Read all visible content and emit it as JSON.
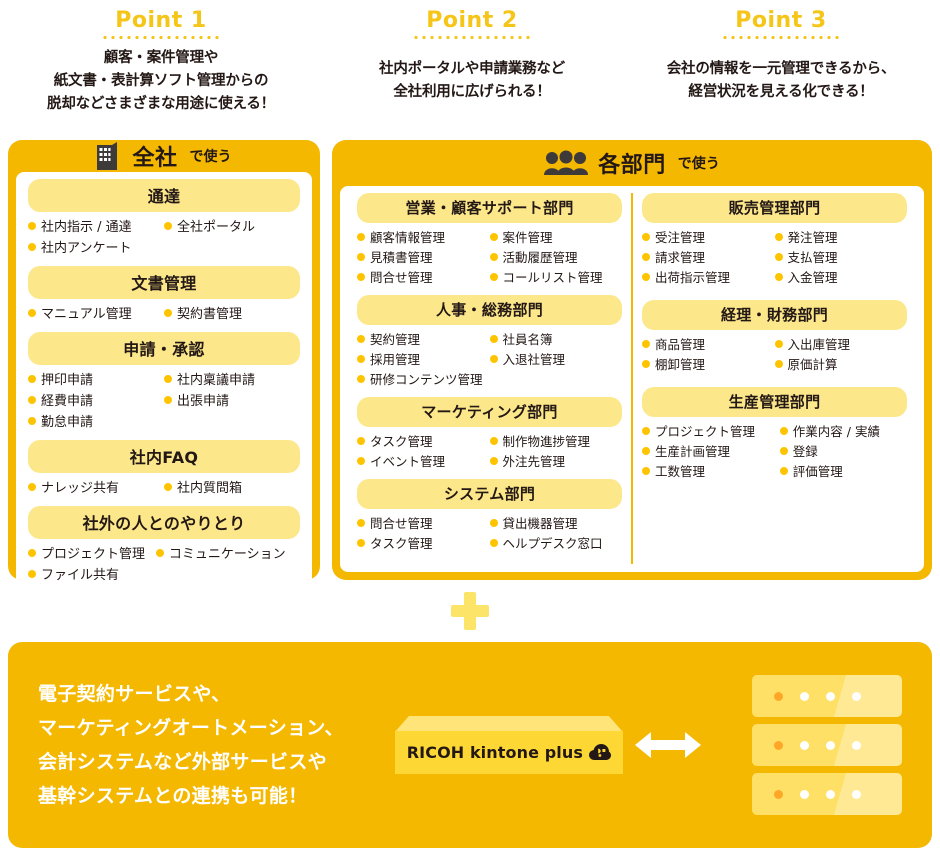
{
  "points": [
    {
      "title": "Point 1",
      "lines": [
        "顧客・案件管理や",
        "紙文書・表計算ソフト管理からの",
        "脱却などさまざまな用途に使える！"
      ]
    },
    {
      "title": "Point 2",
      "lines": [
        "社内ポータルや申請業務など",
        "全社利用に広げられる！"
      ]
    },
    {
      "title": "Point 3",
      "lines": [
        "会社の情報を一元管理できるから、",
        "経営状況を見える化できる！"
      ]
    }
  ],
  "left_panel": {
    "icon": "building-icon",
    "title": "全社",
    "subtitle": "で使う",
    "sections": [
      {
        "title": "通達",
        "items": [
          "社内指示 / 通達",
          "全社ポータル",
          "社内アンケート"
        ]
      },
      {
        "title": "文書管理",
        "items": [
          "マニュアル管理",
          "契約書管理"
        ]
      },
      {
        "title": "申請・承認",
        "items": [
          "押印申請",
          "社内稟議申請",
          "経費申請",
          "出張申請",
          "勤怠申請"
        ]
      },
      {
        "title": "社内FAQ",
        "items": [
          "ナレッジ共有",
          "社内質問箱"
        ]
      },
      {
        "title": "社外の人とのやりとり",
        "items": [
          "プロジェクト管理",
          "コミュニケーション",
          "ファイル共有"
        ]
      }
    ]
  },
  "right_panel": {
    "icon": "people-icon",
    "title": "各部門",
    "subtitle": "で使う",
    "columns": [
      {
        "sections": [
          {
            "title": "営業・顧客サポート部門",
            "items": [
              "顧客情報管理",
              "案件管理",
              "見積書管理",
              "活動履歴管理",
              "問合せ管理",
              "コールリスト管理"
            ]
          },
          {
            "title": "人事・総務部門",
            "items": [
              "契約管理",
              "社員名簿",
              "採用管理",
              "入退社管理",
              "研修コンテンツ管理"
            ]
          },
          {
            "title": "マーケティング部門",
            "items": [
              "タスク管理",
              "制作物進捗管理",
              "イベント管理",
              "外注先管理"
            ]
          },
          {
            "title": "システム部門",
            "items": [
              "問合せ管理",
              "貸出機器管理",
              "タスク管理",
              "ヘルプデスク窓口"
            ]
          }
        ]
      },
      {
        "sections": [
          {
            "title": "販売管理部門",
            "items": [
              "受注管理",
              "発注管理",
              "請求管理",
              "支払管理",
              "出荷指示管理",
              "入金管理"
            ]
          },
          {
            "title": "経理・財務部門",
            "items": [
              "商品管理",
              "入出庫管理",
              "棚卸管理",
              "原価計算"
            ]
          },
          {
            "title": "生産管理部門",
            "items": [
              "プロジェクト管理",
              "作業内容 / 実績",
              "生産計画管理",
              "登録",
              "工数管理",
              "評価管理"
            ]
          }
        ]
      }
    ]
  },
  "plus_icon": "plus-icon",
  "banner": {
    "lines": [
      "電子契約サービスや、",
      "マーケティングオートメーション、",
      "会計システムなど外部サービスや",
      "基幹システムとの連携も可能！"
    ],
    "product_label": "RICOH kintone plus",
    "product_icon": "cloud-icon",
    "arrow_icon": "double-arrow-icon",
    "server_icon": "server-stack-icon"
  },
  "colors": {
    "brand_yellow": "#F5B800",
    "title_yellow": "#F5C518",
    "section_yellow": "#FCE88A",
    "dot_yellow": "#FFC400",
    "text_dark": "#231815",
    "white": "#FFFFFF"
  }
}
